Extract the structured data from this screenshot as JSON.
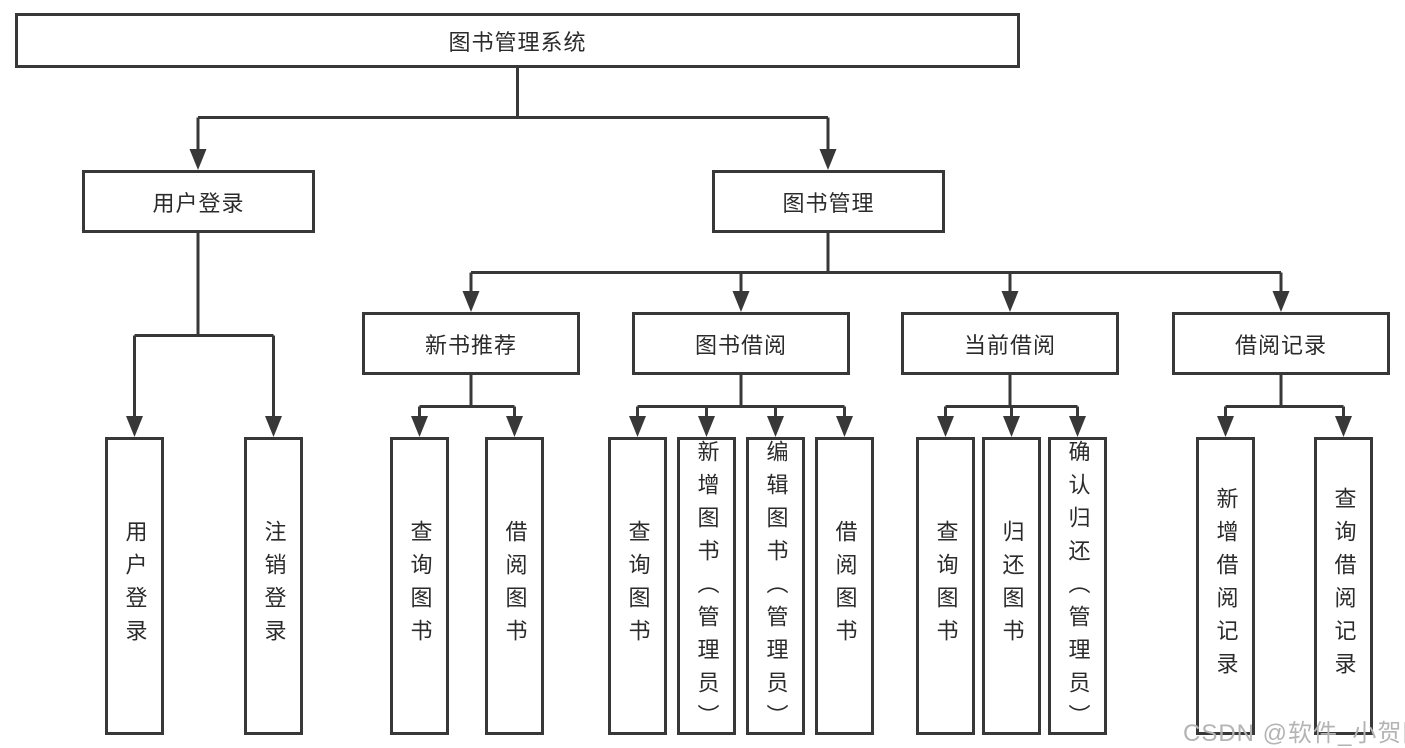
{
  "tree": {
    "root": "图书管理系统",
    "login": {
      "label": "用户登录",
      "children": [
        "用户登录",
        "注销登录"
      ]
    },
    "management": {
      "label": "图书管理",
      "groups": [
        {
          "label": "新书推荐",
          "children": [
            "查询图书",
            "借阅图书"
          ]
        },
        {
          "label": "图书借阅",
          "children": [
            "查询图书",
            "新增图书（管理员）",
            "编辑图书（管理员）",
            "借阅图书"
          ]
        },
        {
          "label": "当前借阅",
          "children": [
            "查询图书",
            "归还图书",
            "确认归还（管理员）"
          ]
        },
        {
          "label": "借阅记录",
          "children": [
            "新增借阅记录",
            "查询借阅记录"
          ]
        }
      ]
    }
  },
  "watermark": "CSDN @软件_小贺同学",
  "colors": {
    "line": "#383838",
    "box_border": "#383838",
    "text": "#2b2b2b",
    "watermark": "#b4b4b4",
    "background": "#ffffff"
  }
}
